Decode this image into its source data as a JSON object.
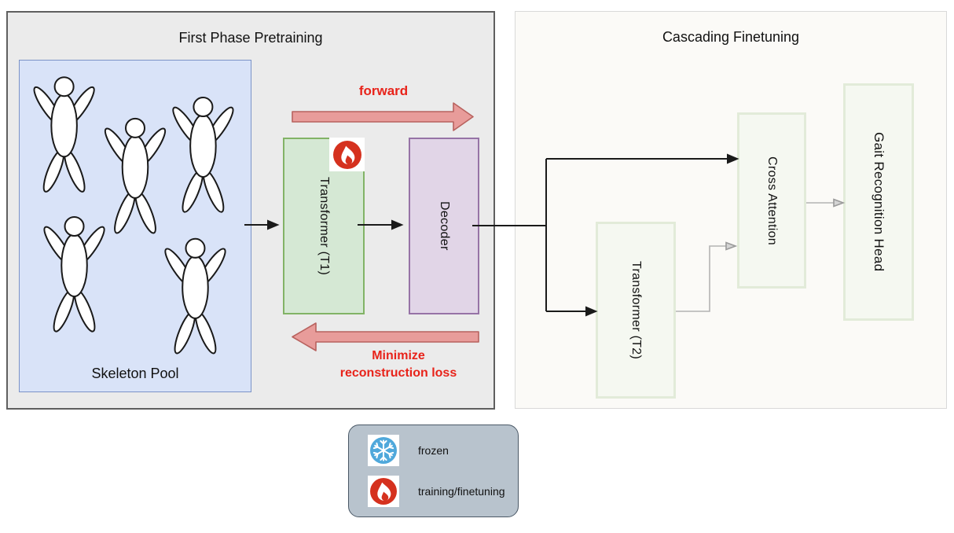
{
  "panels": {
    "pretraining": {
      "title": "First Phase Pretraining",
      "skeleton_pool": {
        "label": "Skeleton Pool",
        "figure_count": 5
      },
      "transformer_t1": {
        "label": "Transformer (T1)",
        "state_badge": "training"
      },
      "decoder": {
        "label": "Decoder"
      },
      "forward_arrow_label": "forward",
      "backward_arrow_label": "Minimize reconstruction loss"
    },
    "finetuning": {
      "title": "Cascading Finetuning",
      "transformer_t2": {
        "label": "Transformer (T2)"
      },
      "cross_attention": {
        "label": "Cross Attention"
      },
      "gait_head": {
        "label": "Gait Recognition Head"
      }
    }
  },
  "legend": {
    "items": [
      {
        "icon": "snowflake-icon",
        "label": "frozen"
      },
      {
        "icon": "fire-icon",
        "label": "training/finetuning"
      }
    ]
  },
  "colors": {
    "pretrain_panel_bg": "#ebebeb",
    "finetune_panel_bg": "#fbfaf7",
    "skeleton_pool_fill": "#d9e3f8",
    "skeleton_pool_border": "#7b93c7",
    "t1_fill": "#d5e8d4",
    "t1_border": "#82b366",
    "decoder_fill": "#e1d5e7",
    "decoder_border": "#9673a6",
    "finetune_box_fill": "#f5f8f1",
    "finetune_box_border": "#e2ebd9",
    "big_arrow_fill": "#e89c9a",
    "big_arrow_stroke": "#b8625e",
    "arrow_text_red": "#e8231a",
    "legend_bg": "#b8c3cd",
    "legend_border": "#4a5866",
    "frozen_icon_blue": "#4fa8db",
    "fire_icon_red": "#d5311e"
  }
}
